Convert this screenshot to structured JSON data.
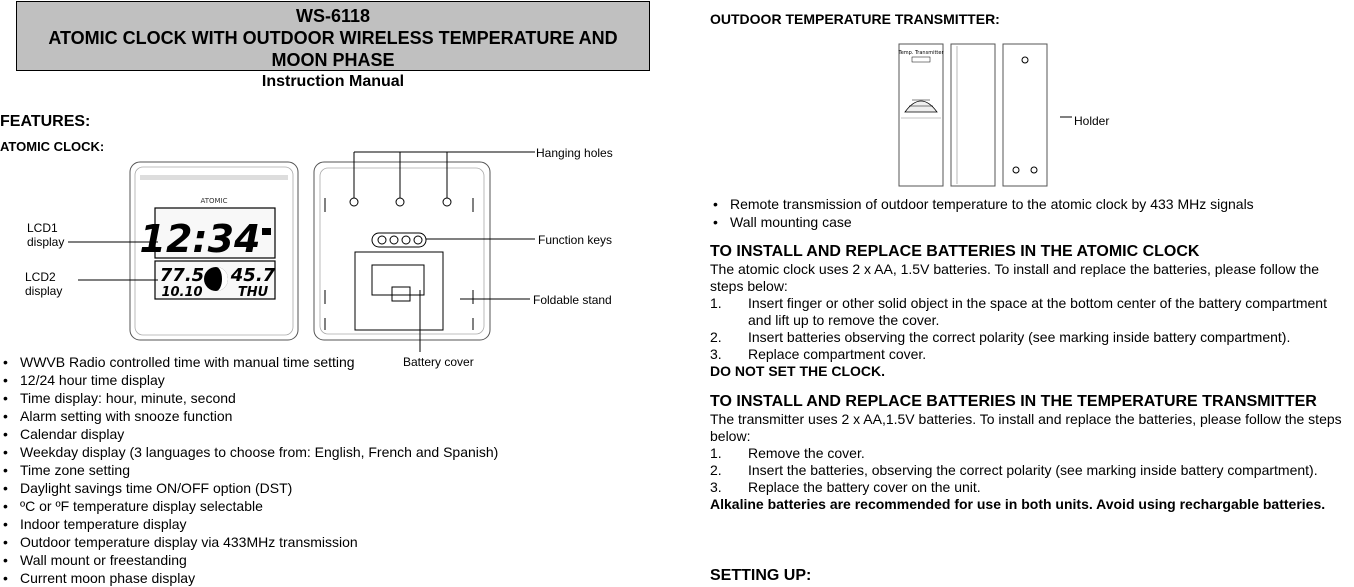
{
  "title": {
    "model": "WS-6118",
    "line1": "ATOMIC CLOCK WITH OUTDOOR  WIRELESS TEMPERATURE AND",
    "line2": "MOON PHASE"
  },
  "subtitle": "Instruction Manual",
  "features_heading": "FEATURES:",
  "atomic_heading": "ATOMIC CLOCK:",
  "clock_figure": {
    "lcd1_label": [
      "LCD1",
      "display"
    ],
    "lcd2_label": [
      "LCD2",
      "display"
    ],
    "hanging_holes": "Hanging holes",
    "function_keys": "Function keys",
    "foldable_stand": "Foldable stand",
    "battery_cover": "Battery cover",
    "lcd_time": "12:34",
    "lcd_indoor_temp": "77.5",
    "lcd_outdoor_temp": "45.7",
    "lcd_date": "10.10",
    "lcd_day": "THU"
  },
  "clock_features": [
    "WWVB Radio controlled time with manual time setting",
    "12/24 hour time display",
    "Time display: hour, minute, second",
    "Alarm setting with snooze function",
    "Calendar display",
    "Weekday display (3 languages to choose from: English, French and Spanish)",
    "Time zone setting",
    "Daylight savings time ON/OFF option (DST)",
    "ºC or ºF temperature display selectable",
    "Indoor temperature display",
    "Outdoor temperature display via 433MHz transmission",
    "Wall mount or freestanding",
    "Current moon phase display"
  ],
  "transmitter_heading": "OUTDOOR TEMPERATURE TRANSMITTER:",
  "transmitter_figure": {
    "holder_label": "Holder",
    "device_label": "Temp. Transmitter"
  },
  "transmitter_features": [
    "Remote transmission of outdoor temperature to the atomic clock by 433 MHz signals",
    "Wall mounting case"
  ],
  "clock_batteries": {
    "heading": "TO INSTALL AND REPLACE BATTERIES IN THE ATOMIC CLOCK",
    "intro": "The atomic clock uses 2 x AA, 1.5V batteries. To install and replace the batteries, please follow the steps below:",
    "steps": [
      {
        "n": "1.",
        "text": "Insert finger or other solid object in the space at the bottom center of the battery compartment and lift up to remove the cover."
      },
      {
        "n": "2.",
        "text": "Insert batteries observing the correct polarity (see marking inside battery compartment)."
      },
      {
        "n": "3.",
        "text": "Replace compartment cover."
      }
    ],
    "warning": "DO NOT SET THE CLOCK."
  },
  "transmitter_batteries": {
    "heading": "TO INSTALL AND REPLACE BATTERIES IN THE TEMPERATURE TRANSMITTER",
    "intro": "The transmitter uses 2 x AA,1.5V batteries. To install and replace the batteries, please follow the steps below:",
    "steps": [
      {
        "n": "1.",
        "text": "Remove the cover."
      },
      {
        "n": "2.",
        "text": "Insert the batteries, observing the correct polarity (see marking inside battery compartment)."
      },
      {
        "n": "3.",
        "text": "Replace the battery cover on the unit."
      }
    ],
    "note": "Alkaline batteries are recommended for use in both units. Avoid using rechargable batteries."
  },
  "setting_up_heading": "SETTING UP:"
}
